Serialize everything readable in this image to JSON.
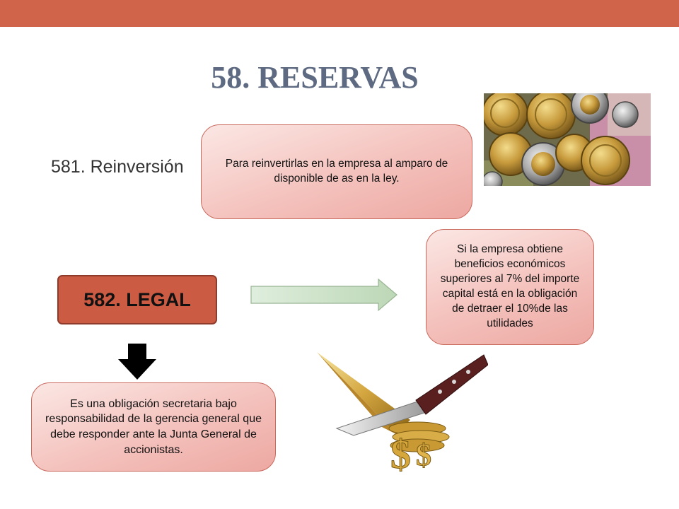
{
  "slide": {
    "title": "58. RESERVAS",
    "item_581": "581. Reinversión",
    "box_581": "Para reinvertirlas en la empresa al amparo de disponible de as en la ley.",
    "item_582": "582. LEGAL",
    "box_legal_condition": "Si la empresa obtiene beneficios económicos superiores al 7% del importe capital está en la obligación de detraer el 10%de las utilidades",
    "box_legal_obligation": "Es una obligación secretaria bajo responsabilidad de la gerencia general que debe responder ante la Junta General de accionistas."
  },
  "colors": {
    "accent_bar": "#d0644a",
    "title": "#5d6a82",
    "legal_fill": "#cc5b44",
    "box_border": "#c8695c"
  },
  "icons": {
    "coins": "coins-photo",
    "knife": "knife-cutting-gold-dollar-image",
    "arrow_right": "arrow-right-icon",
    "arrow_down": "arrow-down-icon"
  }
}
